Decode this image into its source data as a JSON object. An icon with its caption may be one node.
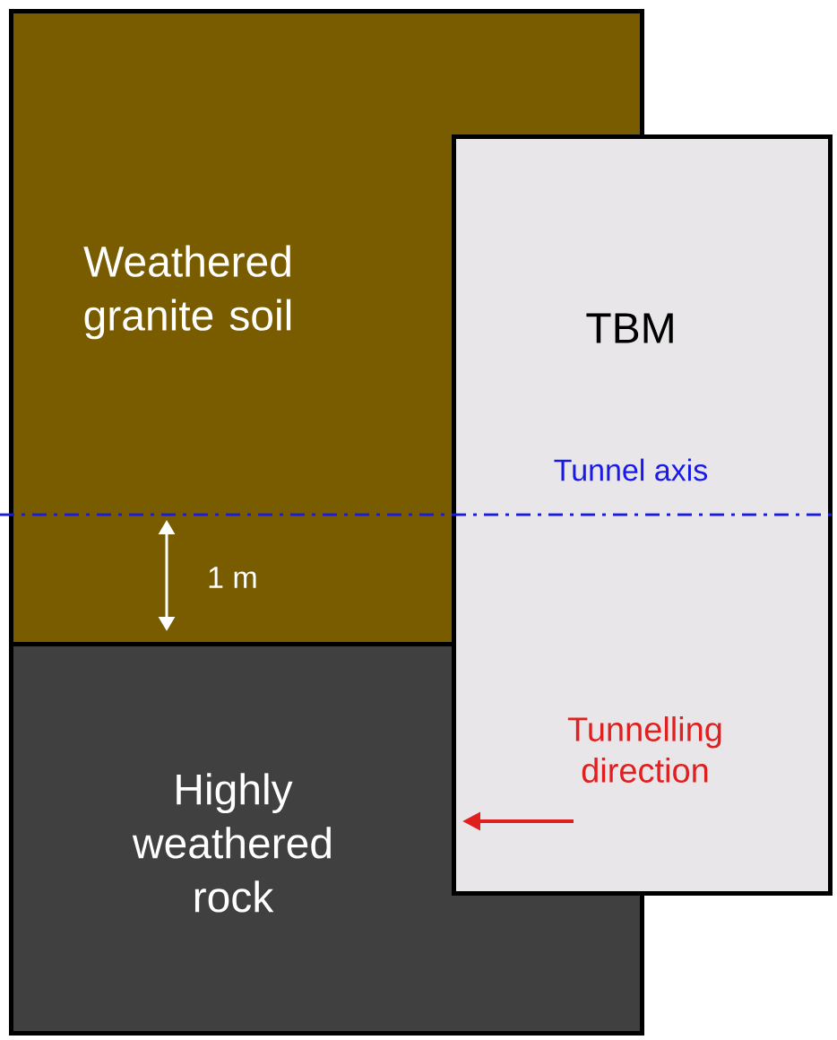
{
  "diagram": {
    "nodes": [
      {
        "text": [
          "Weathered granite soil"
        ]
      },
      {
        "text": [
          "Highly weathered rock"
        ]
      },
      {
        "text": [
          "TBM"
        ]
      }
    ],
    "labels": [
      "Tunnel axis",
      "1 m",
      "Tunnelling direction"
    ]
  }
}
